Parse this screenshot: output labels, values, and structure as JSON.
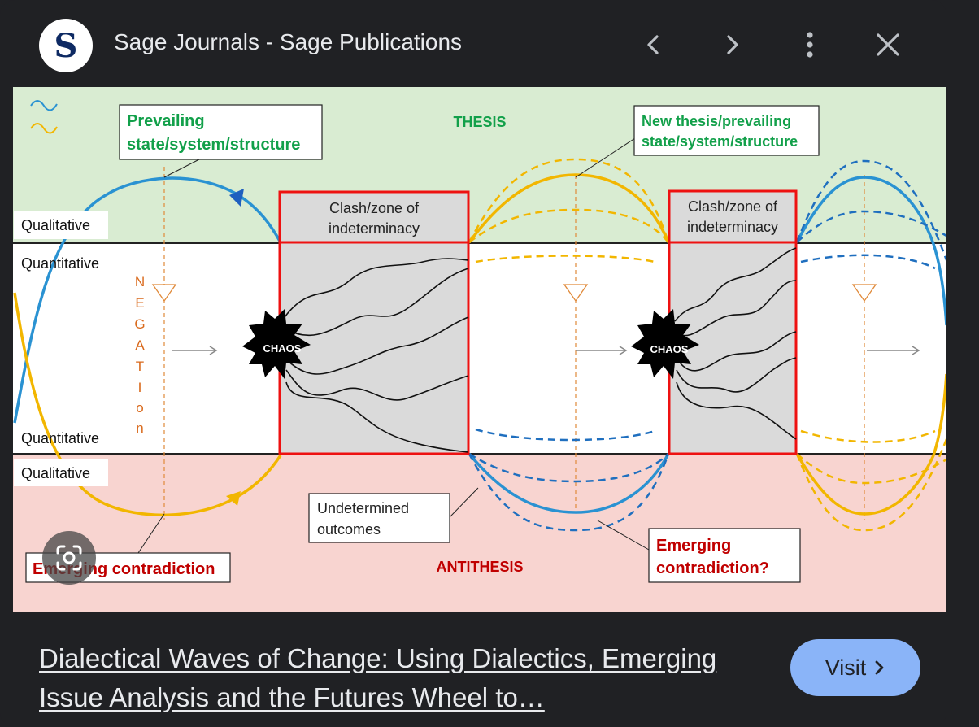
{
  "header": {
    "logo_letter": "S",
    "site_title": "Sage Journals - Sage Publications",
    "icons": [
      "chevron-left-icon",
      "chevron-right-icon",
      "more-vert-icon",
      "close-icon"
    ]
  },
  "figure": {
    "thesis_label": "THESIS",
    "antithesis_label": "ANTITHESIS",
    "prevailing_box": [
      "Prevailing",
      "state/system/structure"
    ],
    "new_thesis_box": [
      "New thesis/prevailing",
      "state/system/structure"
    ],
    "clash_box": [
      "Clash/zone of",
      "indeterminacy"
    ],
    "qualitative": "Qualitative",
    "quantitative": "Quantitative",
    "negation_letters": [
      "N",
      "E",
      "G",
      "A",
      "T",
      "I",
      "o",
      "n"
    ],
    "chaos": "CHAOS",
    "undetermined_box": [
      "Undetermined",
      "outcomes"
    ],
    "emerging_contradiction": "Emerging contradiction",
    "emerging_contradiction_q": [
      "Emerging",
      "contradiction?"
    ],
    "colors": {
      "thesis_bg": "#d9ecd2",
      "antithesis_bg": "#f8d4d0",
      "blue_wave": "#2a92d2",
      "yellow_wave": "#f2b600",
      "green_text": "#12a04a",
      "red_text": "#c00000",
      "orange_text": "#d9691b",
      "clash_border": "#ee1111",
      "clash_fill": "#dadada"
    }
  },
  "lens_icon": "google-lens-icon",
  "caption": "Dialectical Waves of Change: Using Dialectics, Emerging Issue Analysis and the Futures Wheel to…",
  "visit_label": "Visit"
}
